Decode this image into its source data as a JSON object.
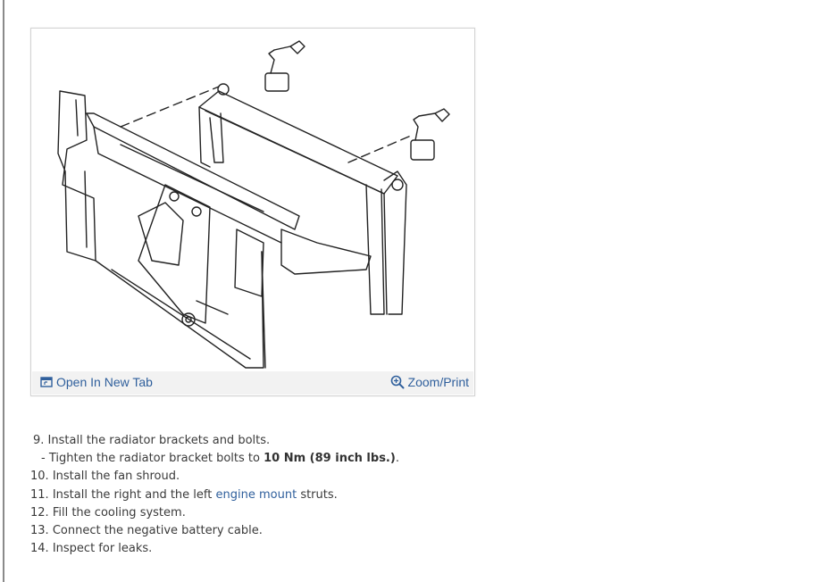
{
  "figure": {
    "open_label": "Open In New Tab",
    "zoom_label": "Zoom/Print",
    "open_icon": "open-new-tab-icon",
    "zoom_icon": "magnifier-plus-icon"
  },
  "steps": [
    {
      "num": "9.",
      "text": "Install the radiator brackets and bolts."
    },
    {
      "num": "10.",
      "text": "Install the fan shroud."
    },
    {
      "num": "11.",
      "before": "Install the right and the left",
      "link": "engine mount",
      "after": "struts."
    },
    {
      "num": "12.",
      "text": "Fill the cooling system."
    },
    {
      "num": "13.",
      "text": "Connect the negative battery cable."
    },
    {
      "num": "14.",
      "text": "Inspect for leaks."
    }
  ],
  "substep": {
    "dash": "-",
    "text": "Tighten the radiator bracket bolts to",
    "bold": "10 Nm (89 inch lbs.)",
    "end": "."
  },
  "colors": {
    "link": "#2f5f9c",
    "bar_bg": "#f2f2f2",
    "border": "#d2d2d2",
    "text": "#3a3a3a"
  }
}
